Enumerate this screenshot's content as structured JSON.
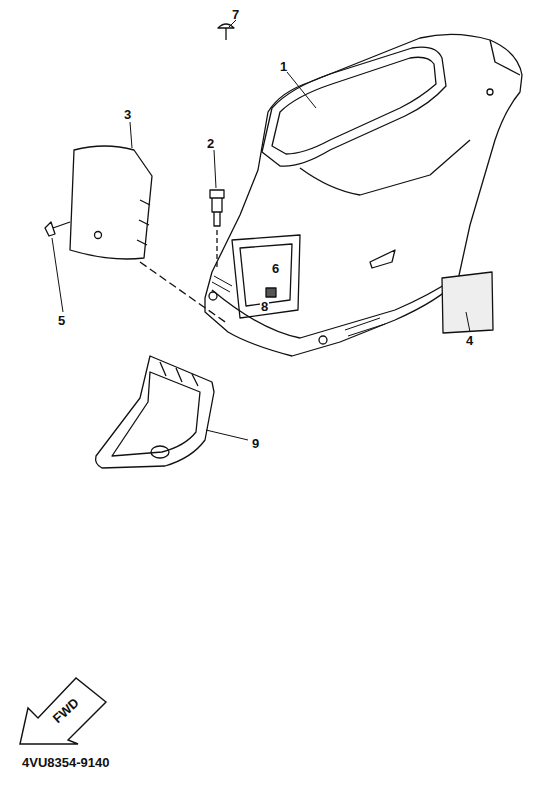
{
  "diagram": {
    "nodes": [
      {
        "text": [
          "FWD"
        ]
      }
    ],
    "labels": [
      "7",
      "1",
      "3",
      "2",
      "5",
      "6",
      "8",
      "4",
      "9",
      "4VU8354-9140"
    ]
  }
}
